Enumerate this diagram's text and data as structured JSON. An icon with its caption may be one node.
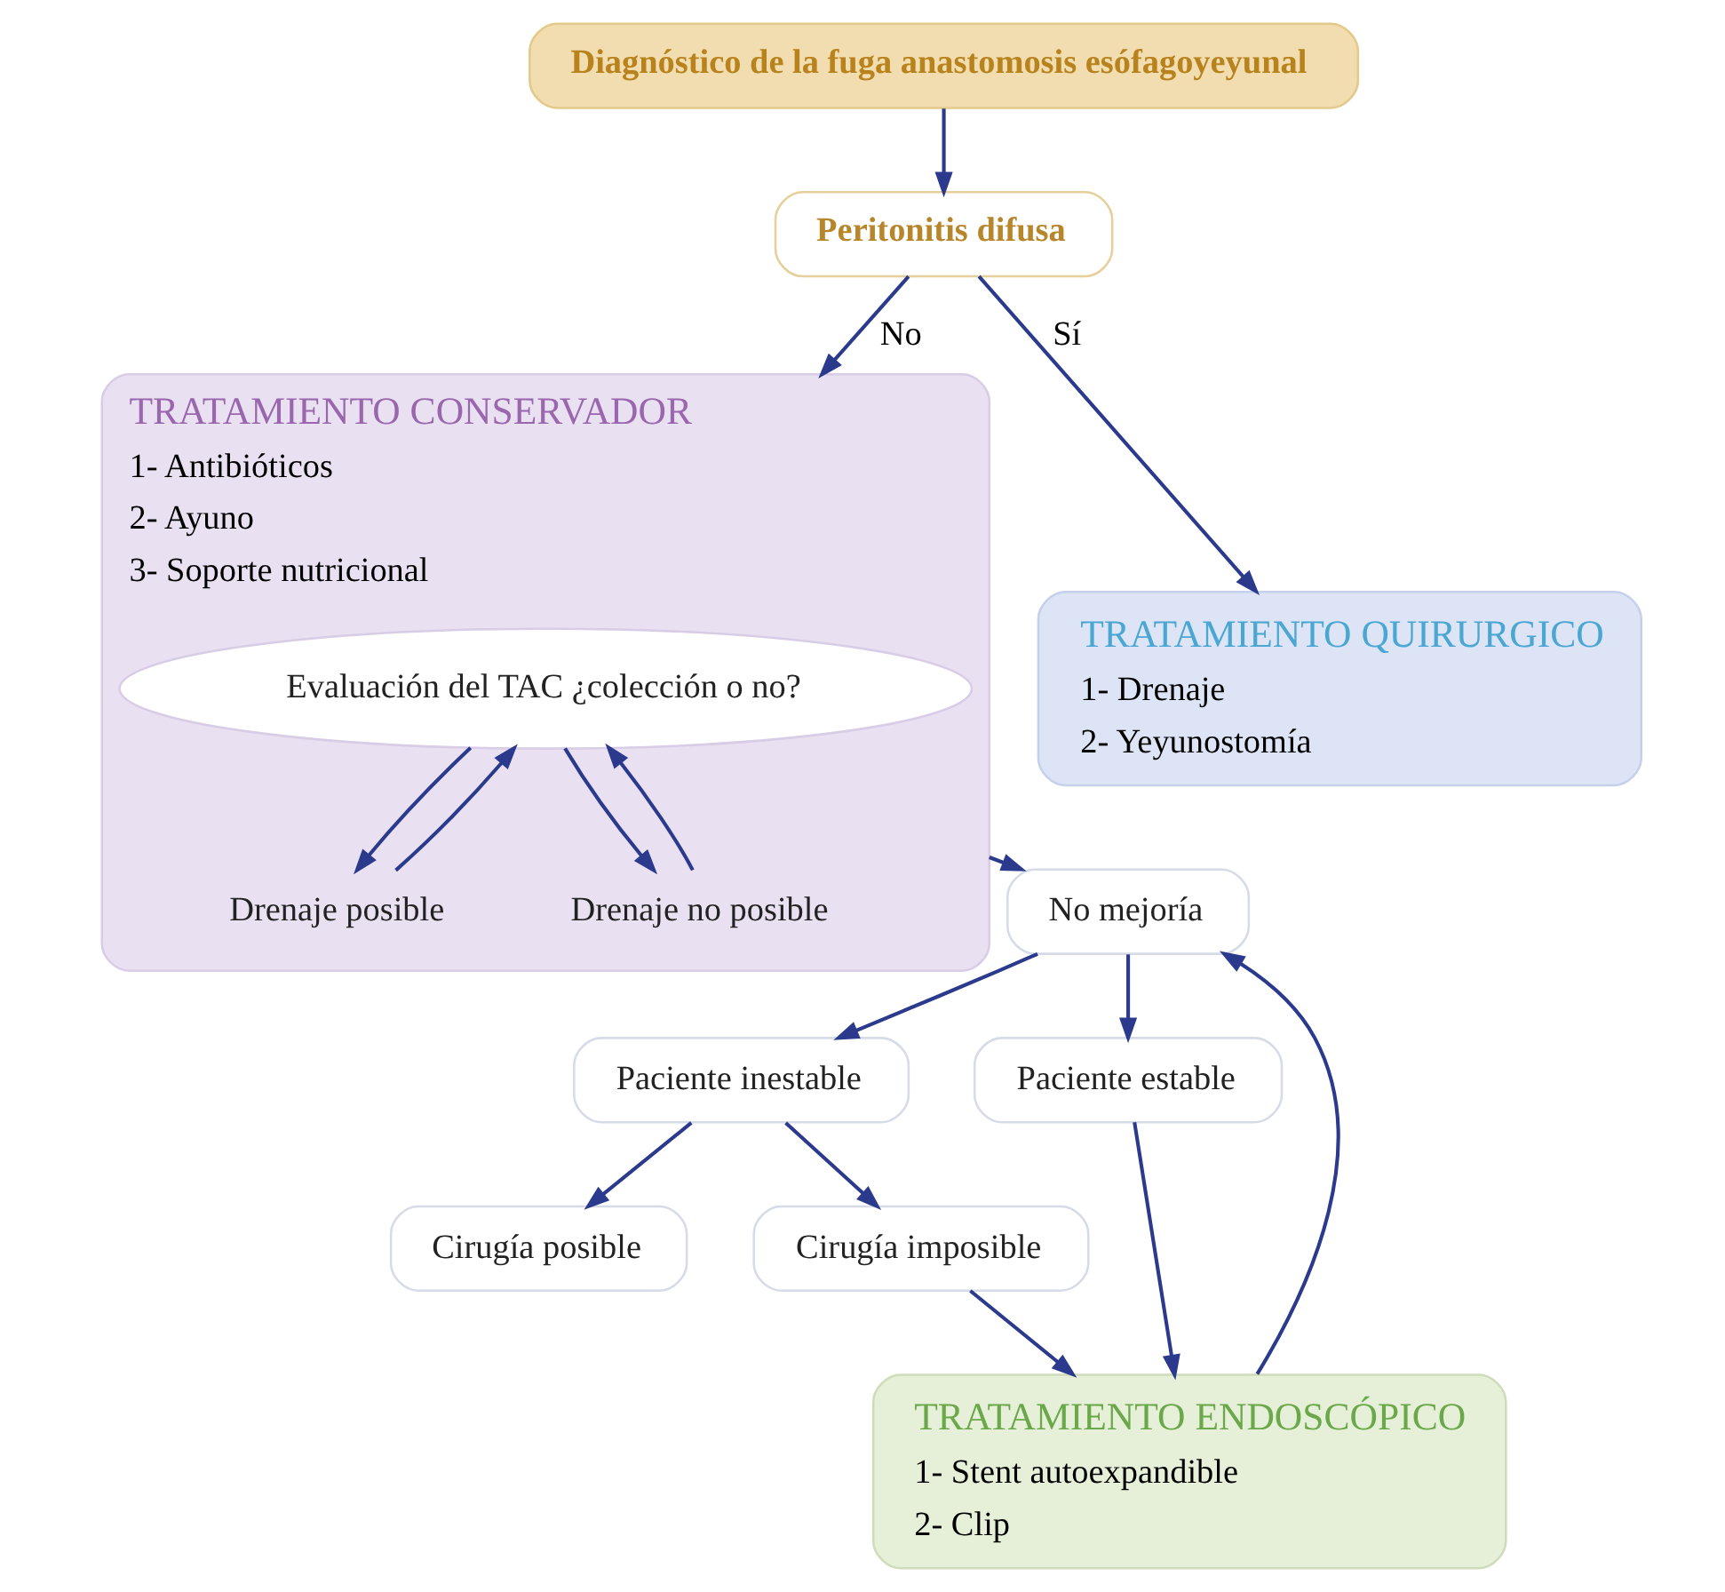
{
  "diagram": {
    "nodes": [
      {
        "text": [
          "Diagnóstico de la fuga anastomosis esófagoyeyunal"
        ]
      },
      {
        "text": [
          "Peritonitis difusa"
        ]
      },
      {
        "text": [
          "TRATAMIENTO CONSERVADOR",
          "1- Antibióticos",
          "2- Ayuno",
          "3- Soporte nutricional"
        ]
      },
      {
        "text": [
          "Evaluación del TAC ¿colección o no?"
        ],
        "in": 2
      },
      {
        "text": [
          "Drenaje posible"
        ],
        "in": 2
      },
      {
        "text": [
          "Drenaje no posible"
        ],
        "in": 2
      },
      {
        "text": [
          "TRATAMIENTO QUIRURGICO",
          "1- Drenaje",
          "2- Yeyunostomía"
        ]
      },
      {
        "text": [
          "No mejoría"
        ]
      },
      {
        "text": [
          "Paciente inestable"
        ]
      },
      {
        "text": [
          "Paciente estable"
        ]
      },
      {
        "text": [
          "Cirugía posible"
        ]
      },
      {
        "text": [
          "Cirugía imposible"
        ]
      },
      {
        "text": [
          "TRATAMIENTO ENDOSCÓPICO",
          "1- Stent autoexpandible",
          "2- Clip"
        ]
      }
    ],
    "edges": [
      {
        "from": 0,
        "to": 1,
        "arrow": "to"
      },
      {
        "from": 1,
        "to": 2,
        "arrow": "to",
        "label": "No"
      },
      {
        "from": 1,
        "to": 6,
        "arrow": "to",
        "label": "Sí"
      },
      {
        "from": 3,
        "to": 4,
        "arrow": "to"
      },
      {
        "from": 3,
        "to": 5,
        "arrow": "to"
      },
      {
        "from": 4,
        "to": 3,
        "arrow": "to"
      },
      {
        "from": 5,
        "to": 3,
        "arrow": "to"
      },
      {
        "from": 2,
        "to": 7,
        "arrow": "to"
      },
      {
        "from": 7,
        "to": 8,
        "arrow": "to"
      },
      {
        "from": 7,
        "to": 9,
        "arrow": "to"
      },
      {
        "from": 8,
        "to": 10,
        "arrow": "to"
      },
      {
        "from": 8,
        "to": 11,
        "arrow": "to"
      },
      {
        "from": 9,
        "to": 12,
        "arrow": "to"
      },
      {
        "from": 11,
        "to": 12,
        "arrow": "to"
      },
      {
        "from": 12,
        "to": 7,
        "arrow": "to"
      }
    ]
  }
}
